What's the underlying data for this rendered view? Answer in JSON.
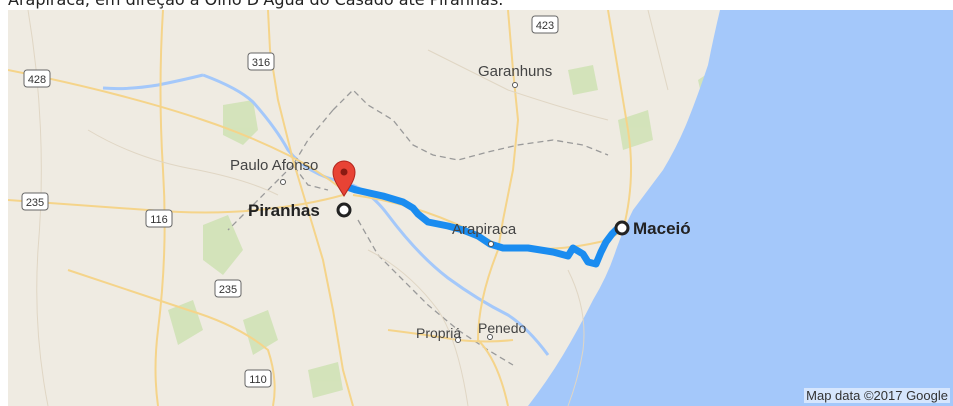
{
  "caption": "Arapiraca, em direção a Olho D'Água do Casado até Piranhas.",
  "attribution": "Map data ©2017 Google",
  "colors": {
    "land": "#efebe2",
    "water": "#a4c8fa",
    "route": "#1a8cf0",
    "marker": "#e84335",
    "highway": "#f5d48a",
    "border": "#9a9a9a",
    "park": "#cfe2b4"
  },
  "places": {
    "origin": "Piranhas",
    "destination": "Maceió",
    "towns": [
      "Garanhuns",
      "Paulo Afonso",
      "Arapiraca",
      "Propriá",
      "Penedo"
    ]
  },
  "highway_shields": [
    "423",
    "316",
    "428",
    "235",
    "116",
    "235",
    "110"
  ],
  "icons": {
    "origin_pin": "map-pin-icon",
    "origin_marker": "circle-marker-icon",
    "destination_marker": "circle-marker-icon"
  }
}
